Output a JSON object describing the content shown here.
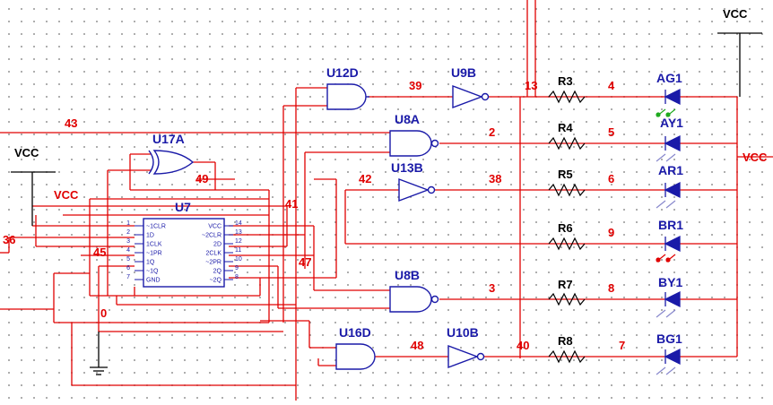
{
  "power": {
    "vcc_top_right": "VCC",
    "vcc_left": "VCC",
    "vcc_red_left": "VCC",
    "vcc_red_right": "VCC"
  },
  "gates": {
    "u12d": "U12D",
    "u9b": "U9B",
    "u8a": "U8A",
    "u13b": "U13B",
    "u17a": "U17A",
    "u8b": "U8B",
    "u16d": "U16D",
    "u10b": "U10B",
    "u7": "U7"
  },
  "resistors": [
    "R3",
    "R4",
    "R5",
    "R6",
    "R7",
    "R8"
  ],
  "leds": [
    "AG1",
    "AY1",
    "AR1",
    "BR1",
    "BY1",
    "BG1"
  ],
  "nets": {
    "n39": "39",
    "n13": "13",
    "n4": "4",
    "n43": "43",
    "n2": "2",
    "n5": "5",
    "n42": "42",
    "n38": "38",
    "n6": "6",
    "n49": "49",
    "n41": "41",
    "n36": "36",
    "n9": "9",
    "n45": "45",
    "n47": "47",
    "n3": "3",
    "n8": "8",
    "n0": "0",
    "n48": "48",
    "n40": "40",
    "n7": "7"
  },
  "u7_pins": {
    "left": [
      "~1CLR",
      "1D",
      "1CLK",
      "~1PR",
      "1Q",
      "~1Q",
      "GND"
    ],
    "right": [
      "VCC",
      "~2CLR",
      "2D",
      "2CLK",
      "~2PR",
      "2Q",
      "~2Q"
    ],
    "left_nums": [
      "1",
      "2",
      "3",
      "4",
      "5",
      "6",
      "7"
    ],
    "right_nums": [
      "14",
      "13",
      "12",
      "11",
      "10",
      "9",
      "8"
    ]
  },
  "colors": {
    "wire": "#e00000",
    "component": "#1a1aa8",
    "ground": "#000000"
  }
}
